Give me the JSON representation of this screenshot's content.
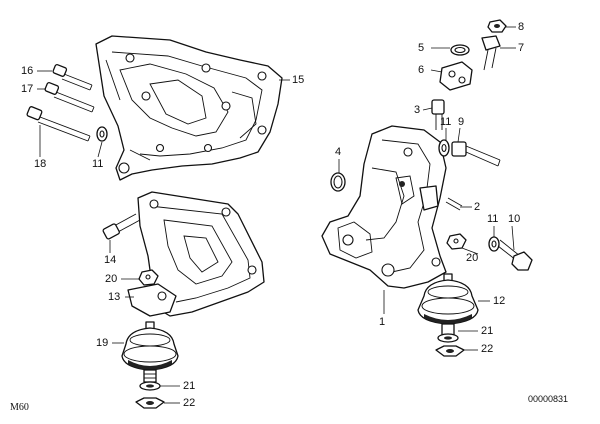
{
  "diagram": {
    "model_label": "M60",
    "diagram_id": "00000831",
    "callouts": {
      "c1": "1",
      "c2": "2",
      "c3": "3",
      "c4": "4",
      "c5": "5",
      "c6": "6",
      "c7": "7",
      "c8": "8",
      "c9": "9",
      "c10": "10",
      "c11a": "11",
      "c11b": "11",
      "c11c": "11",
      "c12": "12",
      "c13": "13",
      "c14": "14",
      "c15": "15",
      "c16": "16",
      "c17": "17",
      "c18": "18",
      "c19": "19",
      "c20a": "20",
      "c20b": "20",
      "c21a": "21",
      "c21b": "21",
      "c22a": "22",
      "c22b": "22"
    }
  }
}
